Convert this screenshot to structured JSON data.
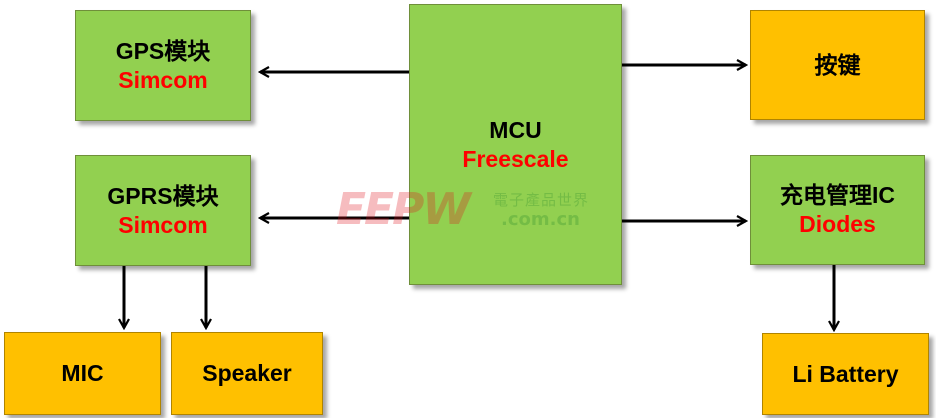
{
  "colors": {
    "module_green": "#92d050",
    "peripheral_yellow": "#ffc000",
    "vendor_red": "#ff0000",
    "arrow": "#000000"
  },
  "nodes": {
    "gps": {
      "title": "GPS模块",
      "vendor": "Simcom"
    },
    "gprs": {
      "title": "GPRS模块",
      "vendor": "Simcom"
    },
    "mcu": {
      "title": "MCU",
      "vendor": "Freescale"
    },
    "keys": {
      "title": "按键"
    },
    "charger": {
      "title": "充电管理IC",
      "vendor": "Diodes"
    },
    "mic": {
      "title": "MIC"
    },
    "speaker": {
      "title": "Speaker"
    },
    "battery": {
      "title": "Li Battery"
    }
  },
  "edges": [
    {
      "from": "mcu",
      "to": "gps"
    },
    {
      "from": "mcu",
      "to": "gprs"
    },
    {
      "from": "mcu",
      "to": "keys"
    },
    {
      "from": "mcu",
      "to": "charger"
    },
    {
      "from": "gprs",
      "to": "mic"
    },
    {
      "from": "gprs",
      "to": "speaker"
    },
    {
      "from": "charger",
      "to": "battery"
    }
  ],
  "watermark": {
    "logo": "EEPW",
    "chinese": "電子產品世界",
    "url": ".com.cn"
  }
}
